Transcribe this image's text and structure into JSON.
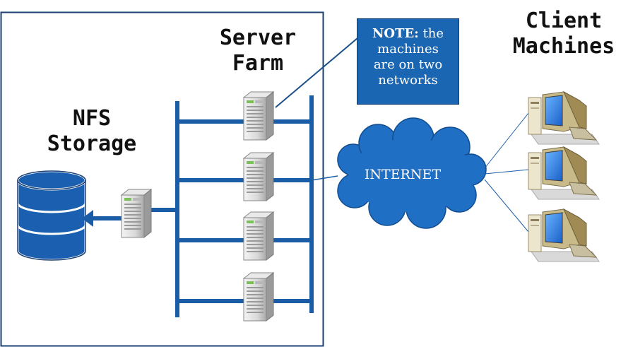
{
  "labels": {
    "nfs_line1": "NFS",
    "nfs_line2": "Storage",
    "server_line1": "Server",
    "server_line2": "Farm",
    "client_line1": "Client",
    "client_line2": "Machines",
    "internet": "INTERNET"
  },
  "note": {
    "bold": "NOTE:",
    "text_1": " the",
    "text_2": "machines",
    "text_3": "are on two",
    "text_4": "networks"
  },
  "colors": {
    "network_blue": "#1a5da6",
    "cloud_blue": "#1f6fc5",
    "note_blue": "#1a66b3"
  },
  "icons": {
    "storage": "database-cylinder-icon",
    "server": "server-tower-icon",
    "client": "desktop-computer-icon",
    "cloud": "internet-cloud-icon"
  }
}
